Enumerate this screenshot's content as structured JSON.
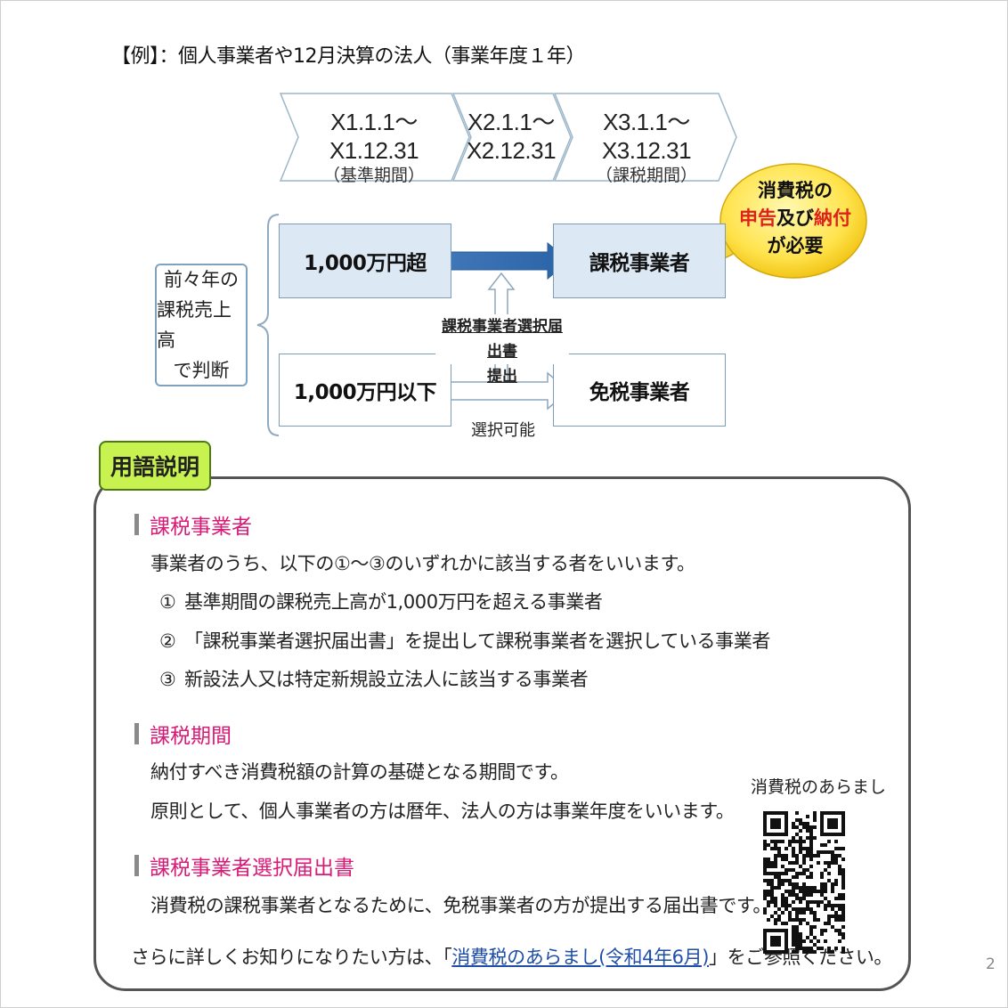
{
  "example_title": "【例】：個人事業者や12月決算の法人（事業年度１年）",
  "periods": [
    {
      "main": "X1.1.1～X1.12.31",
      "sub": "（基準期間）"
    },
    {
      "main_line1": "X2.1.1～",
      "main_line2": "X2.12.31"
    },
    {
      "main": "X3.1.1～X3.12.31",
      "sub": "（課税期間）"
    }
  ],
  "bubble": {
    "line1": "消費税の",
    "line2_a": "申告",
    "line2_b": "及び",
    "line2_c": "納付",
    "line3": "が必要"
  },
  "judge": {
    "line1": "前々年の",
    "line2": "課税売上高",
    "line3": "で判断"
  },
  "flow": {
    "over_label": "1,000万円超",
    "under_label": "1,000万円以下",
    "taxable_label": "課税事業者",
    "exempt_label": "免税事業者",
    "selection_line1": "課税事業者選択届出書",
    "selection_line2": "提出",
    "choice_label": "選択可能"
  },
  "glossary": {
    "tab": "用語説明",
    "terms": [
      {
        "title": "課税事業者",
        "desc": "事業者のうち、以下の①～③のいずれかに該当する者をいいます。",
        "items": [
          {
            "num": "①",
            "text": "基準期間の課税売上高が1,000万円を超える事業者"
          },
          {
            "num": "②",
            "text": "「課税事業者選択届出書」を提出して課税事業者を選択している事業者"
          },
          {
            "num": "③",
            "text": "新設法人又は特定新規設立法人に該当する事業者"
          }
        ]
      },
      {
        "title": "課税期間",
        "desc1": "納付すべき消費税額の計算の基礎となる期間です。",
        "desc2": "原則として、個人事業者の方は暦年、法人の方は事業年度をいいます。"
      },
      {
        "title": "課税事業者選択届出書",
        "desc": "消費税の課税事業者となるために、免税事業者の方が提出する届出書です。"
      }
    ],
    "footer_prefix": "さらに詳しくお知りになりたい方は、「",
    "footer_link": "消費税のあらまし(令和4年6月)",
    "footer_suffix": "」をご参照ください。",
    "qr_title": "消費税のあらまし"
  },
  "page_number": "2",
  "colors": {
    "term": "#d81b77",
    "tab": "#c8f250",
    "box_blue": "#dce8f4",
    "bubble": "#ffe34d",
    "red": "#e0201b"
  }
}
